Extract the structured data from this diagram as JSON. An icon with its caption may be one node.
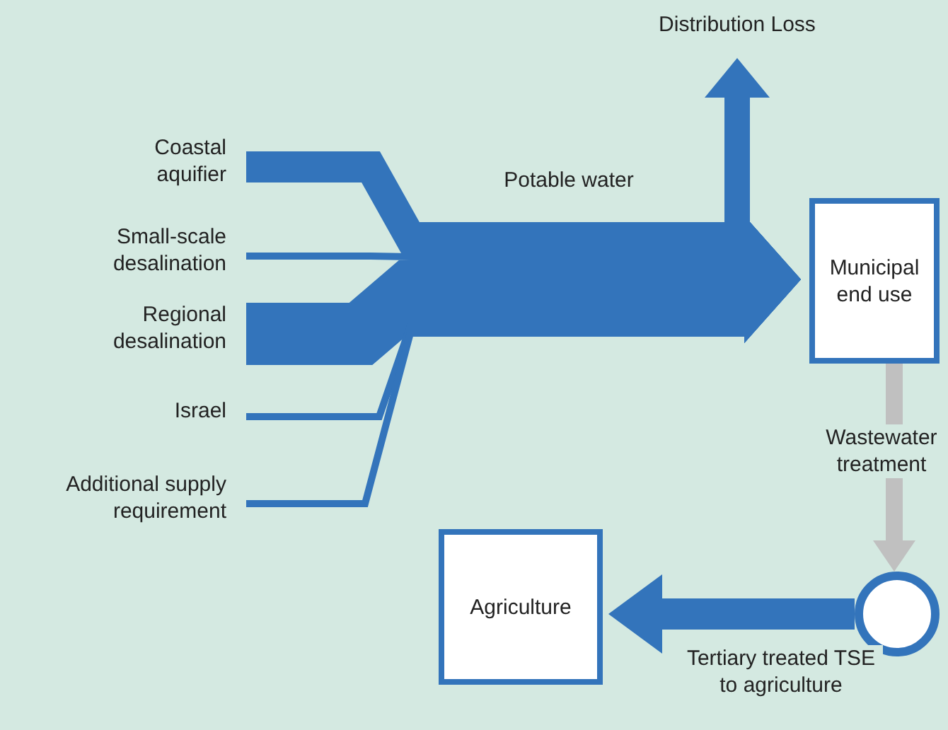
{
  "diagram": {
    "nodes": [
      {
        "text": [
          "Coastal aquifier"
        ]
      },
      {
        "text": [
          "Small-scale desalination"
        ]
      },
      {
        "text": [
          "Regional desalination"
        ]
      },
      {
        "text": [
          "Israel"
        ]
      },
      {
        "text": [
          "Additional supply requirement"
        ]
      },
      {
        "text": [
          "Distribution Loss"
        ]
      },
      {
        "text": [
          "Municipal end use"
        ]
      },
      {
        "text": [],
        "shape": "circle"
      },
      {
        "text": [
          "Agriculture"
        ]
      }
    ],
    "edges": [
      {
        "from": 0,
        "to": 6,
        "arrow": "to",
        "style": "thick"
      },
      {
        "from": 1,
        "to": 6,
        "arrow": "to"
      },
      {
        "from": 2,
        "to": 6,
        "arrow": "to",
        "style": "thick"
      },
      {
        "from": 3,
        "to": 6,
        "arrow": "to"
      },
      {
        "from": 4,
        "to": 6,
        "arrow": "to"
      },
      {
        "from": null,
        "to": 5,
        "arrow": "to"
      },
      {
        "from": 6,
        "to": 7,
        "arrow": "to",
        "label": "Wastewater treatment",
        "color": "#c0c0c0"
      },
      {
        "from": 7,
        "to": 8,
        "arrow": "to",
        "label": "Tertiary treated TSE to agriculture",
        "style": "thick"
      }
    ],
    "labels": [
      "Potable water"
    ]
  }
}
